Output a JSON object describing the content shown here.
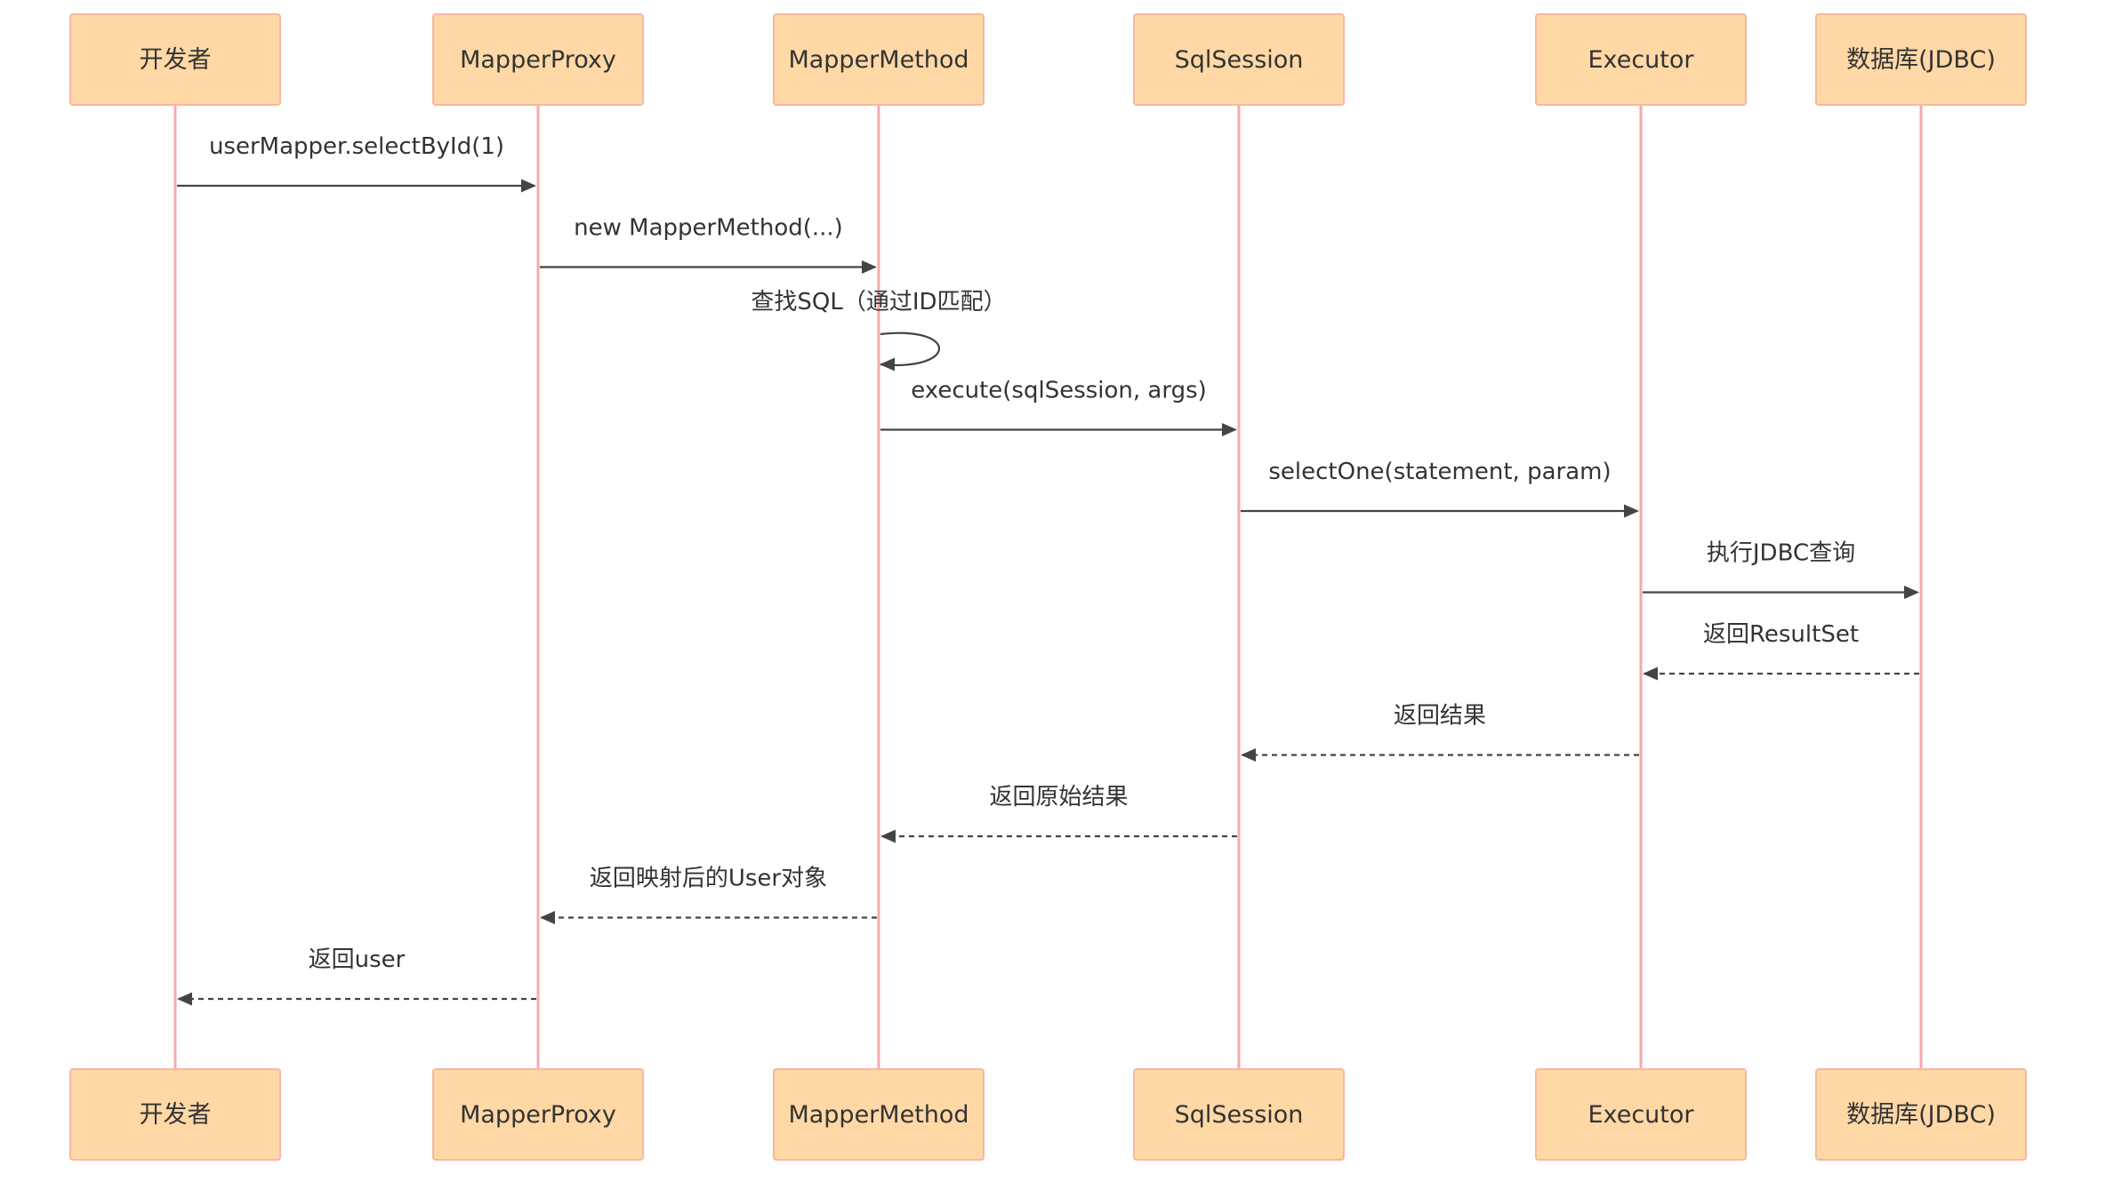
{
  "participants": [
    {
      "id": "developer",
      "label": "开发者"
    },
    {
      "id": "mapperproxy",
      "label": "MapperProxy"
    },
    {
      "id": "mappermethod",
      "label": "MapperMethod"
    },
    {
      "id": "sqlsession",
      "label": "SqlSession"
    },
    {
      "id": "executor",
      "label": "Executor"
    },
    {
      "id": "database",
      "label": "数据库(JDBC)"
    }
  ],
  "messages": [
    {
      "from": "developer",
      "to": "mapperproxy",
      "label": "userMapper.selectById(1)",
      "style": "solid"
    },
    {
      "from": "mapperproxy",
      "to": "mappermethod",
      "label": "new MapperMethod(...)",
      "style": "solid"
    },
    {
      "from": "mappermethod",
      "to": "mappermethod",
      "label": "查找SQL（通过ID匹配）",
      "style": "solid"
    },
    {
      "from": "mappermethod",
      "to": "sqlsession",
      "label": "execute(sqlSession, args)",
      "style": "solid"
    },
    {
      "from": "sqlsession",
      "to": "executor",
      "label": "selectOne(statement, param)",
      "style": "solid"
    },
    {
      "from": "executor",
      "to": "database",
      "label": "执行JDBC查询",
      "style": "solid"
    },
    {
      "from": "database",
      "to": "executor",
      "label": "返回ResultSet",
      "style": "dashed"
    },
    {
      "from": "executor",
      "to": "sqlsession",
      "label": "返回结果",
      "style": "dashed"
    },
    {
      "from": "sqlsession",
      "to": "mappermethod",
      "label": "返回原始结果",
      "style": "dashed"
    },
    {
      "from": "mappermethod",
      "to": "mapperproxy",
      "label": "返回映射后的User对象",
      "style": "dashed"
    },
    {
      "from": "mapperproxy",
      "to": "developer",
      "label": "返回user",
      "style": "dashed"
    }
  ]
}
